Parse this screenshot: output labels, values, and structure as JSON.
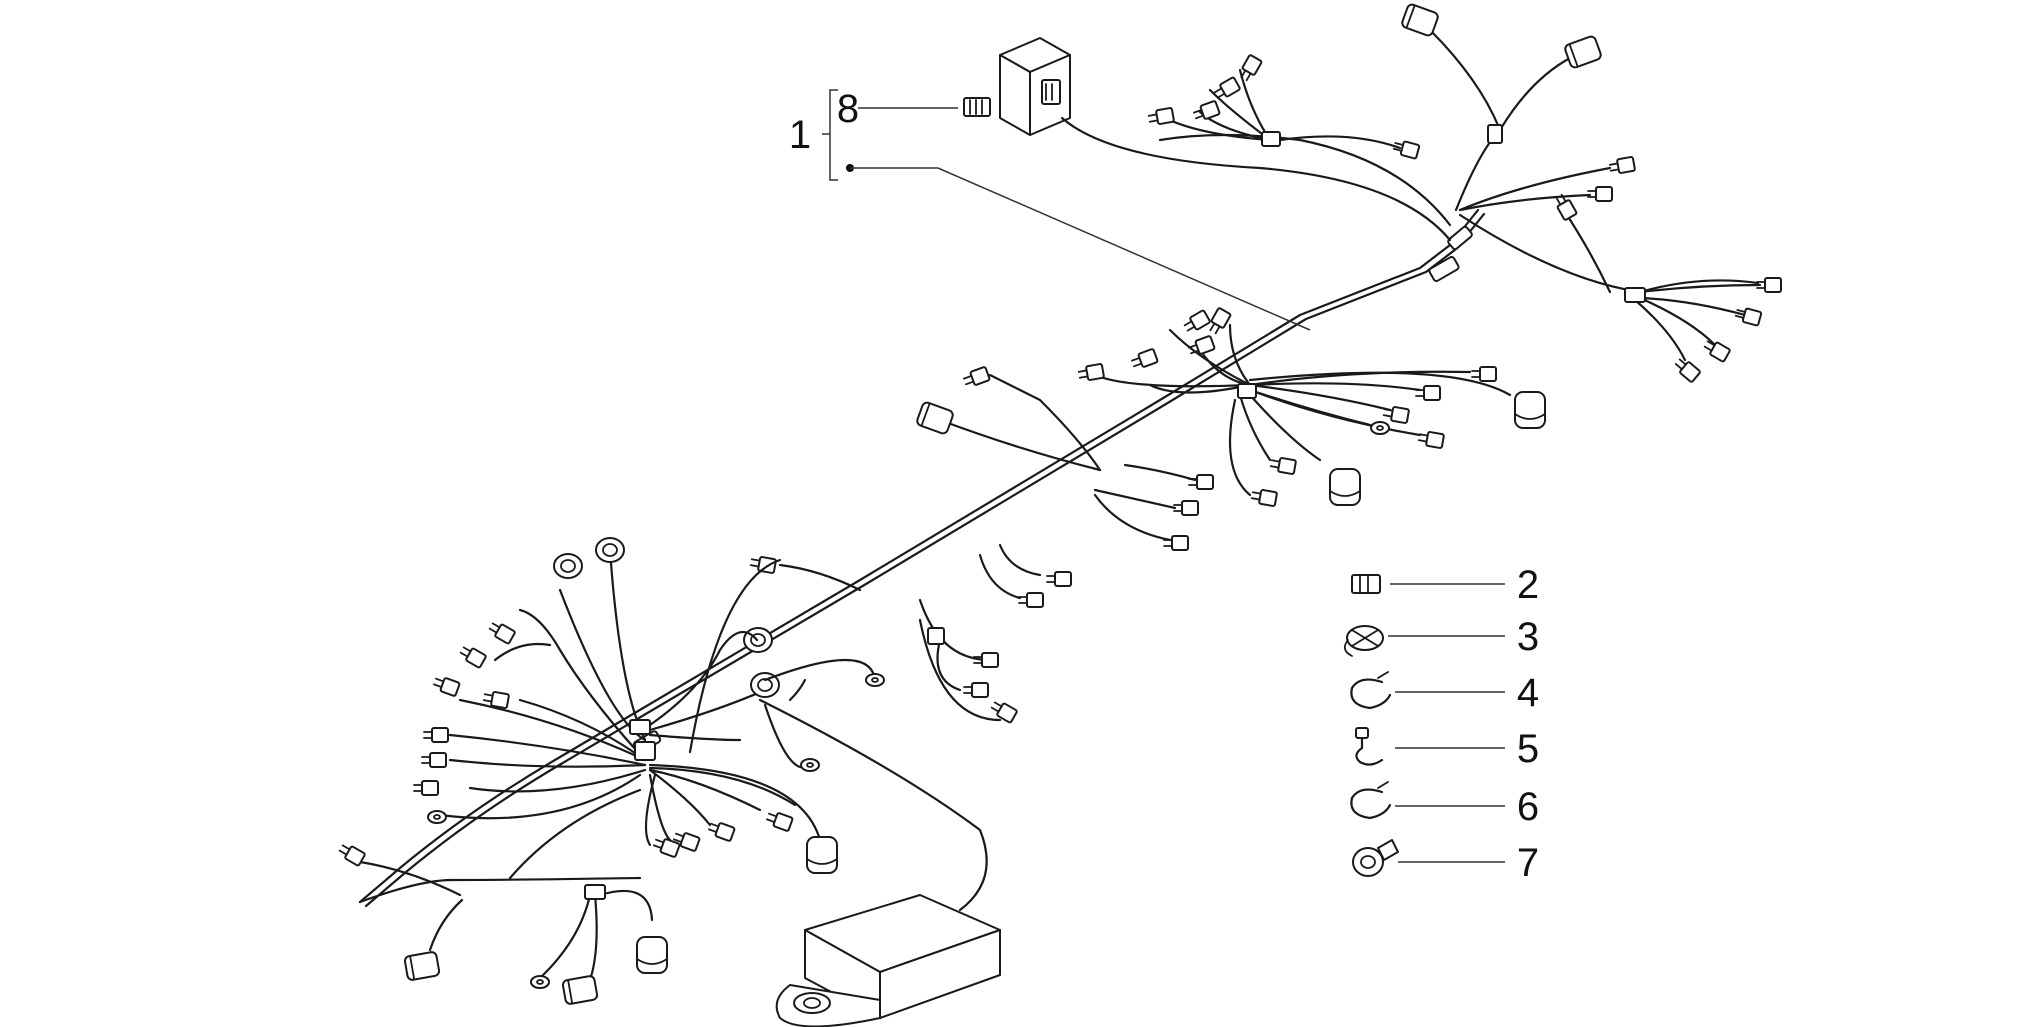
{
  "diagram": {
    "type": "exploded-parts-view",
    "callouts": {
      "c1": "1",
      "c2": "2",
      "c3": "3",
      "c4": "4",
      "c5": "5",
      "c6": "6",
      "c7": "7",
      "c8": "8"
    }
  },
  "colors": {
    "line": "#1a1a1a",
    "background": "#ffffff"
  }
}
